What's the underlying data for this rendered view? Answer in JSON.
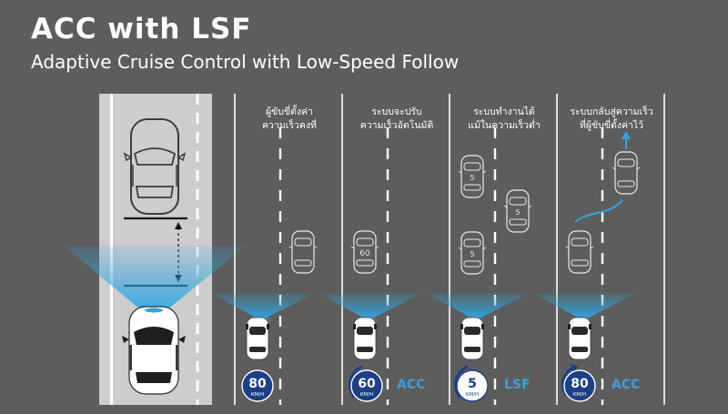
{
  "header": {
    "title": "ACC with LSF",
    "subtitle": "Adaptive Cruise Control with Low-Speed Follow"
  },
  "panels": [
    {
      "caption_line1": "ผู้ขับขี่ตั้งค่า",
      "caption_line2": "ความเร็วคงที่",
      "speed": "80",
      "unit": "KM/H",
      "mode": "",
      "lead_speed": ""
    },
    {
      "caption_line1": "ระบบจะปรับ",
      "caption_line2": "ความเร็วอัตโนมัติ",
      "speed": "60",
      "unit": "KM/H",
      "mode": "ACC",
      "lead_speed": "60"
    },
    {
      "caption_line1": "ระบบทำงานได้",
      "caption_line2": "แม้ในความเร็วต่ำ",
      "speed": "5",
      "unit": "KM/H",
      "mode": "LSF",
      "lead_speed": "5"
    },
    {
      "caption_line1": "ระบบกลับสู่ความเร็ว",
      "caption_line2": "ที่ผู้ขับขี่ตั้งค่าไว้",
      "speed": "80",
      "unit": "KM/H",
      "mode": "ACC",
      "lead_speed": ""
    }
  ],
  "colors": {
    "background": "#5d5d5d",
    "road_light": "#cdcdcd",
    "sensor_blue": "#3aa0dc",
    "badge_blue": "#1c3f86"
  }
}
